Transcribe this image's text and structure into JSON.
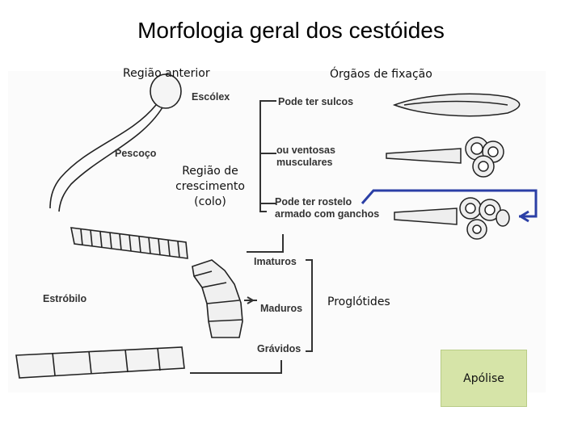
{
  "title": "Morfologia geral dos cestóides",
  "labels": {
    "regiao_anterior": "Região anterior",
    "orgaos_fixacao": "Órgãos de fixação",
    "regiao_crescimento": [
      "Região de",
      "crescimento",
      "(colo)"
    ],
    "proglotides": "Proglótides",
    "apolise": "Apólise"
  },
  "figure_text": {
    "escolex": "Escólex",
    "pescoco": "Pescoço",
    "estrobilo": "Estróbilo",
    "sulcos": "Pode ter sulcos",
    "ventosas": [
      "ou ventosas",
      "musculares"
    ],
    "rostelo": [
      "Pode ter rostelo",
      "armado com ganchos"
    ],
    "imaturos": "Imaturos",
    "maduros": "Maduros",
    "gravidos": "Grávidos"
  },
  "colors": {
    "arrow_blue": "#2b3fa6",
    "apolise_fill": "#d6e4a8"
  }
}
